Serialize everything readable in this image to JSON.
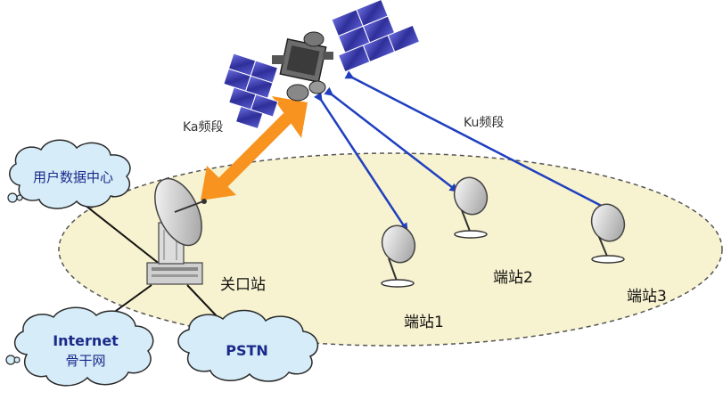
{
  "bands": {
    "ka": "Ka频段",
    "ku": "Ku频段"
  },
  "gateway": {
    "label": "关口站"
  },
  "terminals": [
    {
      "label": "端站1"
    },
    {
      "label": "端站2"
    },
    {
      "label": "端站3"
    }
  ],
  "clouds": {
    "datacenter": "用户数据中心",
    "internet_line1": "Internet",
    "internet_line2": "骨干网",
    "pstn": "PSTN"
  },
  "colors": {
    "ellipse_fill": "#f7f2cf",
    "ka_arrow": "#f7931e",
    "ku_link": "#1f3fbf",
    "cloud_fill": "#d6ecf8",
    "cloud_stroke": "#2a2a2a",
    "panel": "#3a3aa8"
  }
}
